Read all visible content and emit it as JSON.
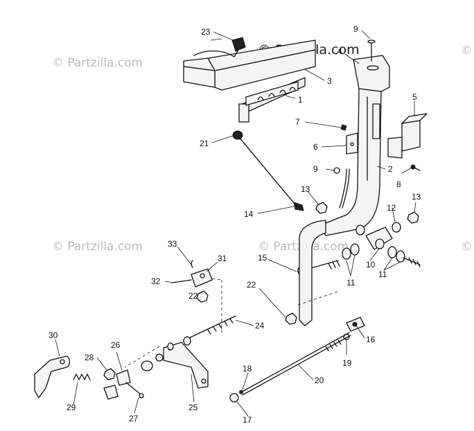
{
  "watermarks": {
    "main": "© Partzilla.com",
    "repeat": "© Partzilla.com"
  },
  "callouts": {
    "n1": "1",
    "n2": "2",
    "n3": "3",
    "n4": "4",
    "n5": "5",
    "n6": "6",
    "n7": "7",
    "n8": "8",
    "n9a": "9",
    "n9b": "9",
    "n10": "10",
    "n11a": "11",
    "n11b": "11",
    "n12": "12",
    "n13a": "13",
    "n13b": "13",
    "n14": "14",
    "n15": "15",
    "n16": "16",
    "n17": "17",
    "n18": "18",
    "n19": "19",
    "n20": "20",
    "n21": "21",
    "n22a": "22",
    "n22b": "22",
    "n23": "23",
    "n24": "24",
    "n25": "25",
    "n26": "26",
    "n27": "27",
    "n28": "28",
    "n29": "29",
    "n30": "30",
    "n31": "31",
    "n32": "32",
    "n33": "33"
  },
  "colors": {
    "line": "#111111",
    "watermark": "#bdbdbd",
    "background": "#ffffff"
  }
}
